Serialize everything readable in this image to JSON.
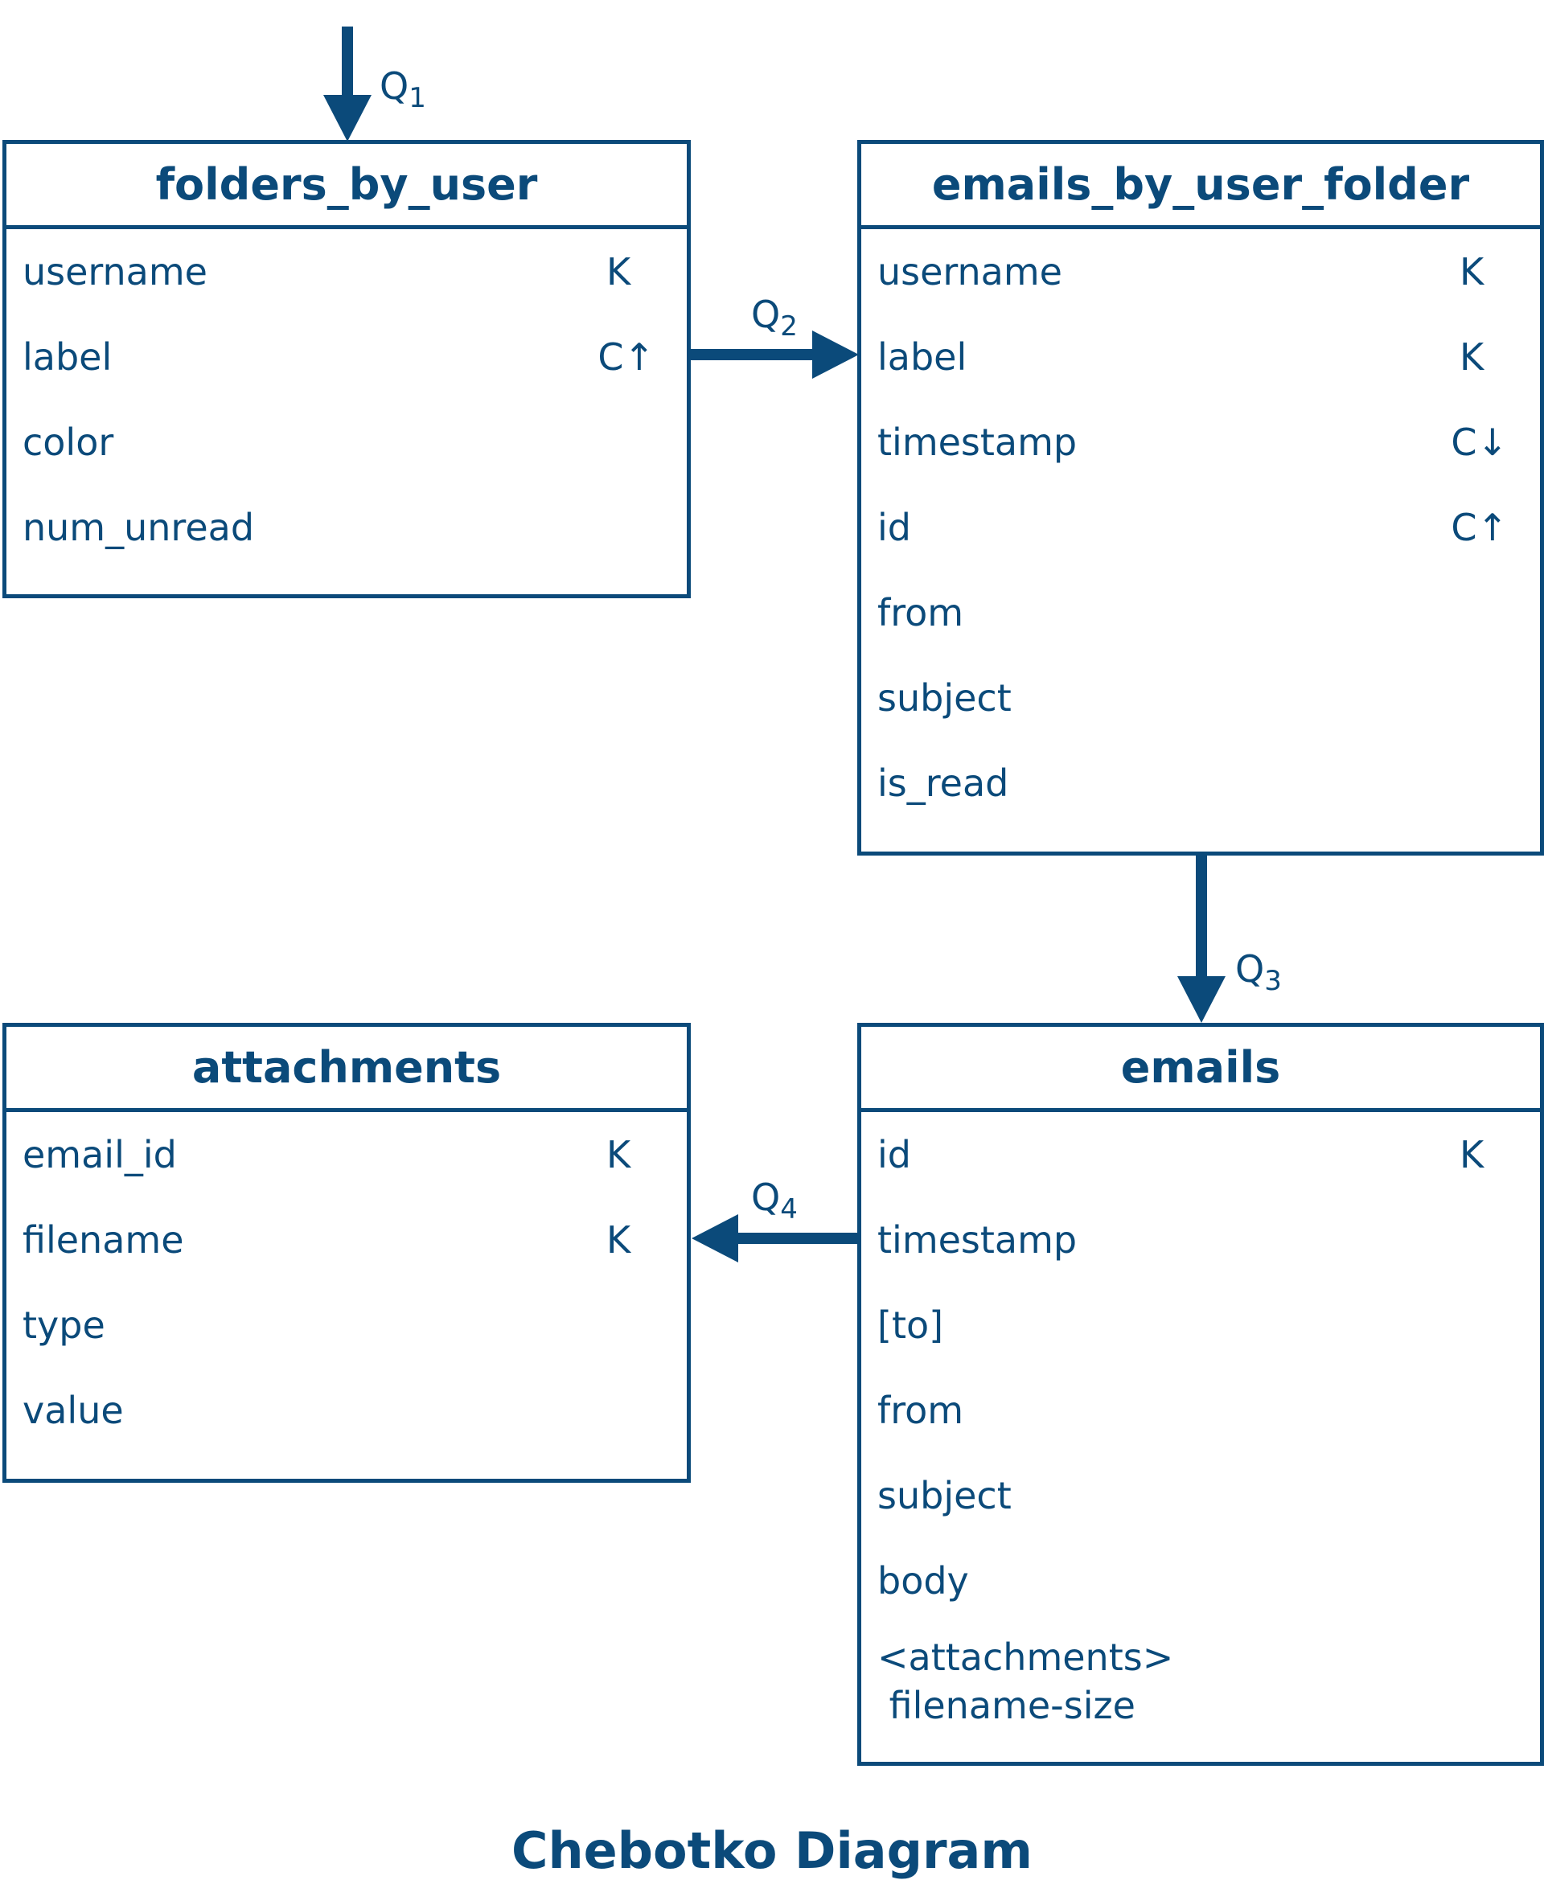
{
  "tables": {
    "folders_by_user": {
      "title": "folders_by_user",
      "rows": [
        {
          "field": "username",
          "key": "K"
        },
        {
          "field": "label",
          "key": "C↑"
        },
        {
          "field": "color",
          "key": ""
        },
        {
          "field": "num_unread",
          "key": ""
        }
      ]
    },
    "emails_by_user_folder": {
      "title": "emails_by_user_folder",
      "rows": [
        {
          "field": "username",
          "key": "K"
        },
        {
          "field": "label",
          "key": "K"
        },
        {
          "field": "timestamp",
          "key": "C↓"
        },
        {
          "field": "id",
          "key": "C↑"
        },
        {
          "field": "from",
          "key": ""
        },
        {
          "field": "subject",
          "key": ""
        },
        {
          "field": "is_read",
          "key": ""
        }
      ]
    },
    "attachments": {
      "title": "attachments",
      "rows": [
        {
          "field": "email_id",
          "key": "K"
        },
        {
          "field": "filename",
          "key": "K"
        },
        {
          "field": "type",
          "key": ""
        },
        {
          "field": "value",
          "key": ""
        }
      ]
    },
    "emails": {
      "title": "emails",
      "rows": [
        {
          "field": "id",
          "key": "K"
        },
        {
          "field": "timestamp",
          "key": ""
        },
        {
          "field": "[to]",
          "key": ""
        },
        {
          "field": "from",
          "key": ""
        },
        {
          "field": "subject",
          "key": ""
        },
        {
          "field": "body",
          "key": ""
        }
      ],
      "multi_row": {
        "line1": "<attachments>",
        "line2": " filename-size"
      }
    }
  },
  "queries": {
    "q1": {
      "letter": "Q",
      "num": "1"
    },
    "q2": {
      "letter": "Q",
      "num": "2"
    },
    "q3": {
      "letter": "Q",
      "num": "3"
    },
    "q4": {
      "letter": "Q",
      "num": "4"
    }
  },
  "caption": "Chebotko Diagram",
  "colors": {
    "primary": "#0b4a7a",
    "background": "#ffffff"
  }
}
